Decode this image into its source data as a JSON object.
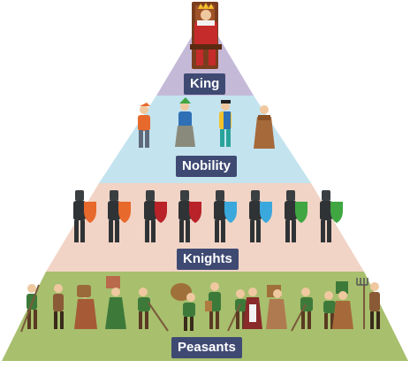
{
  "tiers": [
    {
      "id": "king",
      "label": "King",
      "color": "#c5b9d8",
      "figure_count": 1
    },
    {
      "id": "nobility",
      "label": "Nobility",
      "color": "#c3e3ef",
      "figure_count": 4
    },
    {
      "id": "knights",
      "label": "Knights",
      "color": "#f1d4c6",
      "figure_count": 8
    },
    {
      "id": "peasants",
      "label": "Peasants",
      "color": "#a8bf6e",
      "figure_count": 15
    }
  ],
  "label_color": "#3f4a73",
  "shield_colors": [
    "#e8692c",
    "#e8692c",
    "#b82228",
    "#b82228",
    "#3aa8dc",
    "#3aa8dc",
    "#3fa642",
    "#3fa642"
  ]
}
